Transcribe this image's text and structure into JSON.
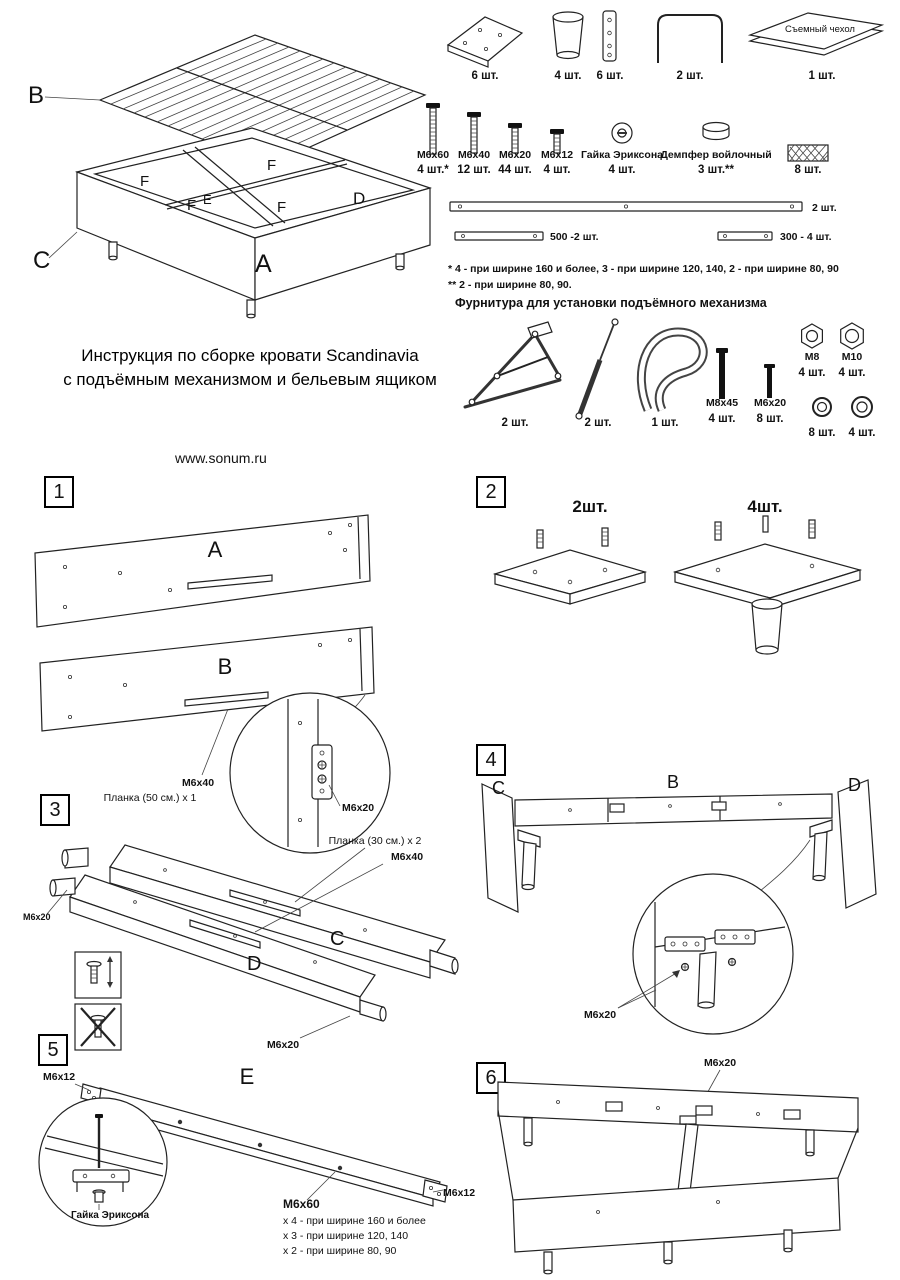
{
  "page": {
    "title_line1": "Инструкция по сборке кровати Scandinavia",
    "title_line2": "с подъёмным механизмом и бельевым ящиком",
    "website": "www.sonum.ru"
  },
  "overview": {
    "a": "A",
    "b": "B",
    "c": "C",
    "d": "D",
    "e": "E",
    "f": "F"
  },
  "parts": {
    "bracket_qty": "6 шт.",
    "leg_qty": "4 шт.",
    "plate_qty": "6 шт.",
    "ubracket_qty": "2 шт.",
    "cover_label": "Съемный чехол",
    "cover_qty": "1 шт.",
    "bolt1_label": "М6х60",
    "bolt1_qty": "4 шт.*",
    "bolt2_label": "М6х40",
    "bolt2_qty": "12 шт.",
    "bolt3_label": "М6х20",
    "bolt3_qty": "44 шт.",
    "bolt4_label": "М6х12",
    "bolt4_qty": "4 шт.",
    "nut_label": "Гайка Эриксона",
    "nut_qty": "4 шт.",
    "damper_label": "Демпфер войлочный",
    "damper_qty": "3 шт.**",
    "mesh_qty": "8 шт.",
    "longbar_qty": "2 шт.",
    "bar500_label": "500 -2 шт.",
    "bar300_label": "300 - 4 шт.",
    "note1": "*  4 - при ширине 160 и более, 3 - при ширине 120, 140, 2 - при ширине 80, 90",
    "note2": "** 2 - при ширине 80, 90."
  },
  "lift": {
    "title": "Фурнитура для установки подъёмного механизма",
    "mech_qty": "2 шт.",
    "strut_qty": "2 шт.",
    "strap_qty": "1 шт.",
    "m8x45_label": "М8х45",
    "m8x45_qty": "4 шт.",
    "m6x20_label": "М6х20",
    "m6x20_qty": "8 шт.",
    "m8_label": "М8",
    "m8_qty": "4 шт.",
    "m10_label": "М10",
    "m10_qty": "4 шт.",
    "washer8_qty": "8 шт.",
    "washer4_qty": "4 шт."
  },
  "steps": {
    "n1": "1",
    "n2": "2",
    "n3": "3",
    "n4": "4",
    "n5": "5",
    "n6": "6",
    "s1": {
      "panel_a": "A",
      "panel_b": "B",
      "m6x40": "М6х40",
      "planka": "Планка (50 см.) х 1",
      "m6x20": "М6х20"
    },
    "s2": {
      "left_qty": "2шт.",
      "right_qty": "4шт."
    },
    "s3": {
      "panel_c": "C",
      "panel_d": "D",
      "planka": "Планка (30 см.) х 2",
      "m6x40": "М6х40",
      "m6x20_left": "М6х20",
      "m6x20_bottom": "М6х20"
    },
    "s4": {
      "b": "B",
      "c": "C",
      "d": "D",
      "m6x20": "М6х20"
    },
    "s5": {
      "e": "E",
      "m6x12_left": "М6х12",
      "m6x12_right": "М6х12",
      "nut": "Гайка Эриксона",
      "m6x60": "М6х60",
      "w1": "х 4 - при ширине 160 и более",
      "w2": "х 3 - при ширине 120, 140",
      "w3": "х 2 - при ширине 80, 90"
    },
    "s6": {
      "m6x20": "М6х20"
    }
  }
}
